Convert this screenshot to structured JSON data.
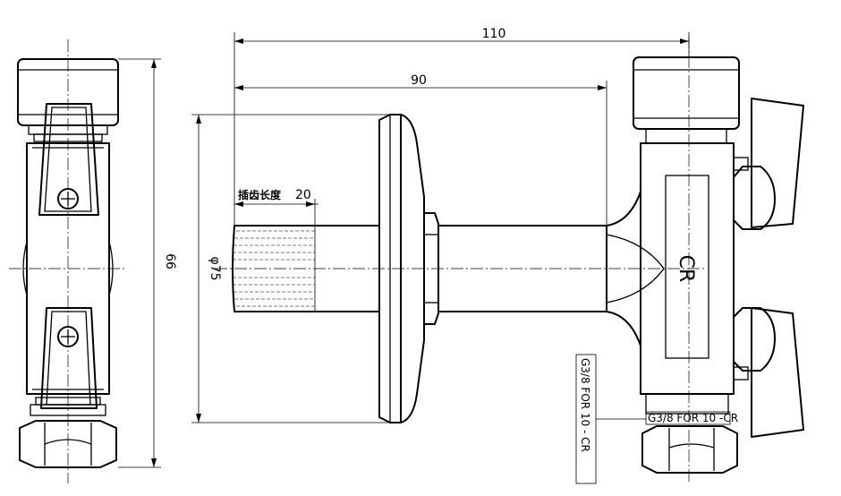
{
  "dimensions": {
    "overall_length": "110",
    "shaft_length": "90",
    "spline_length_label": "插齿长度",
    "spline_length": "20",
    "flange_diameter": "φ75",
    "height": "66"
  },
  "labels": {
    "body_mark": "CR",
    "port_callout": "G3/8  FOR 10 - CR",
    "port_tag": "G3/8  FOR 10 -CR"
  }
}
